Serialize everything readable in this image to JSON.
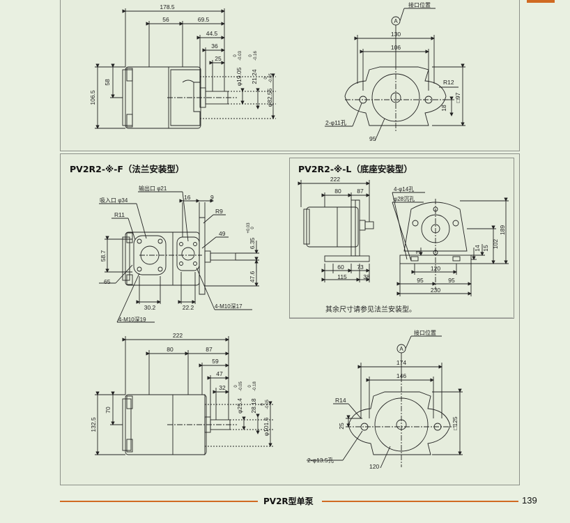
{
  "section_titles": {
    "flange": "PV2R2-※-F（法兰安装型）",
    "foot": "PV2R2-※-L（底座安装型）"
  },
  "footer": {
    "title": "PV2R型单泵",
    "page": "139"
  },
  "note": "其余尺寸请参见法兰安装型。",
  "top_side_view": {
    "dims": [
      "178.5",
      "56",
      "69.5",
      "44.5",
      "36",
      "25",
      "106.5",
      "58",
      "φ19.05",
      "0",
      "-0.03",
      "21.24",
      "0",
      "-0.16",
      "φ82.55",
      "0",
      "-0.05"
    ]
  },
  "top_front_view": {
    "port_label": "接口位置",
    "port_letter": "A",
    "dims": [
      "130",
      "106",
      "R12",
      "18",
      "□97",
      "2-φ11孔",
      "95"
    ]
  },
  "flange_view": {
    "labels": [
      "输出口 φ21",
      "吸入口 φ34",
      "16",
      "9",
      "R9",
      "R11",
      "49",
      "6.35",
      "+0.03",
      "0",
      "58.7",
      "47.6",
      "65",
      "30.2",
      "22.2",
      "4-M10深17",
      "4-M10深19"
    ]
  },
  "foot_view": {
    "dims": [
      "222",
      "80",
      "87",
      "4-φ14孔",
      "φ28沉孔",
      "189",
      "102",
      "15",
      "14",
      "3",
      "60",
      "73",
      "115",
      "38",
      "120",
      "95",
      "95",
      "230"
    ]
  },
  "bottom_side_view": {
    "dims": [
      "222",
      "80",
      "87",
      "59",
      "47",
      "32",
      "70",
      "132.5",
      "φ25.4",
      "0",
      "-0.05",
      "28.18",
      "0",
      "-0.18",
      "φ101.6",
      "0",
      "-0.05"
    ]
  },
  "bottom_front_view": {
    "port_label": "接口位置",
    "port_letter": "A",
    "dims": [
      "174",
      "146",
      "R14",
      "25",
      "□125",
      "2-φ13.5孔",
      "120"
    ]
  }
}
